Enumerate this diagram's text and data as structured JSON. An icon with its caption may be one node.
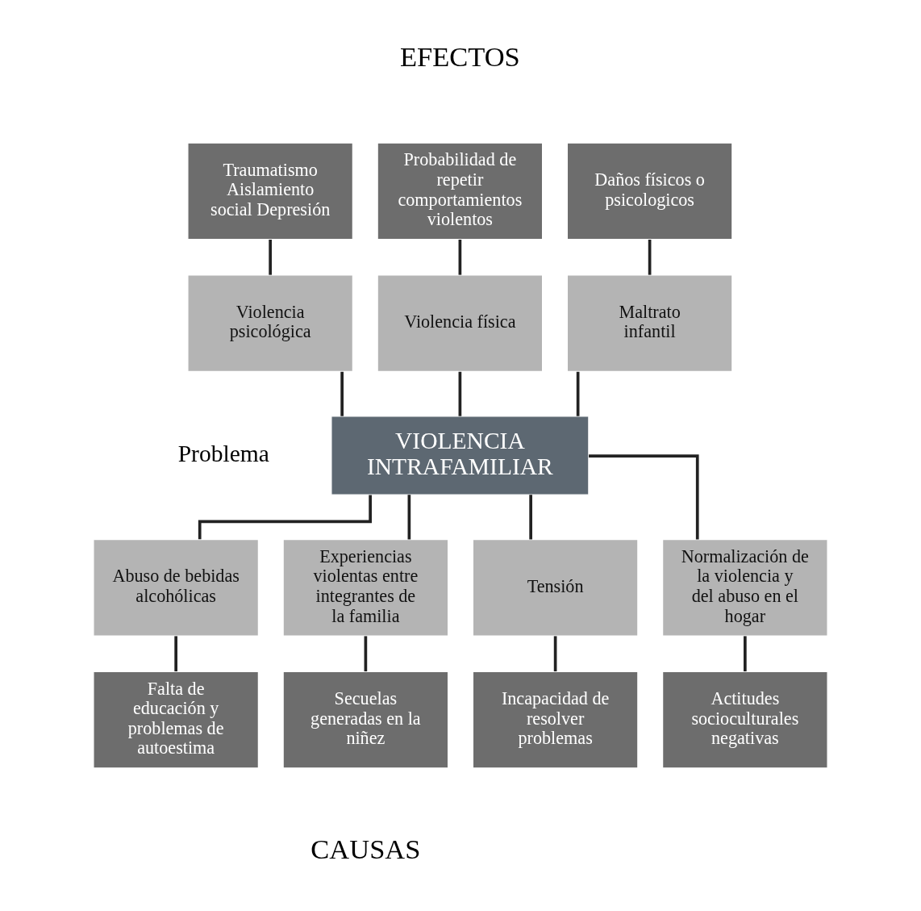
{
  "diagram": {
    "nodes": [
      {
        "text": [
          "Traumatismo Aislamiento social Depresión"
        ]
      },
      {
        "text": [
          "Probabilidad de repetir comportamientos violentos"
        ]
      },
      {
        "text": [
          "Daños físicos o psicologicos"
        ]
      },
      {
        "text": [
          "Violencia psicológica"
        ]
      },
      {
        "text": [
          "Violencia física"
        ]
      },
      {
        "text": [
          "Maltrato infantil"
        ]
      },
      {
        "text": [
          "VIOLENCIA INTRAFAMILIAR"
        ]
      },
      {
        "text": [
          "Abuso de bebidas alcohólicas"
        ]
      },
      {
        "text": [
          "Experiencias violentas entre integrantes de la familia"
        ]
      },
      {
        "text": [
          "Tensión"
        ]
      },
      {
        "text": [
          "Normalización de la violencia y del abuso en el hogar"
        ]
      },
      {
        "text": [
          "Falta de educación y problemas de autoestima"
        ]
      },
      {
        "text": [
          "Secuelas generadas en la niñez"
        ]
      },
      {
        "text": [
          "Incapacidad de resolver problemas"
        ]
      },
      {
        "text": [
          "Actitudes socioculturales negativas"
        ]
      }
    ],
    "edges": [
      {
        "from": 0,
        "to": 3,
        "arrow": "none"
      },
      {
        "from": 1,
        "to": 4,
        "arrow": "none"
      },
      {
        "from": 2,
        "to": 5,
        "arrow": "none"
      },
      {
        "from": 3,
        "to": 6,
        "arrow": "none"
      },
      {
        "from": 4,
        "to": 6,
        "arrow": "none"
      },
      {
        "from": 5,
        "to": 6,
        "arrow": "none"
      },
      {
        "from": 6,
        "to": 7,
        "arrow": "none"
      },
      {
        "from": 6,
        "to": 8,
        "arrow": "none"
      },
      {
        "from": 6,
        "to": 9,
        "arrow": "none"
      },
      {
        "from": 6,
        "to": 10,
        "arrow": "none"
      },
      {
        "from": 7,
        "to": 11,
        "arrow": "none"
      },
      {
        "from": 8,
        "to": 12,
        "arrow": "none"
      },
      {
        "from": 9,
        "to": 13,
        "arrow": "none"
      },
      {
        "from": 10,
        "to": 14,
        "arrow": "none"
      }
    ],
    "labels": [
      "EFECTOS",
      "Problema",
      "CAUSAS"
    ]
  }
}
